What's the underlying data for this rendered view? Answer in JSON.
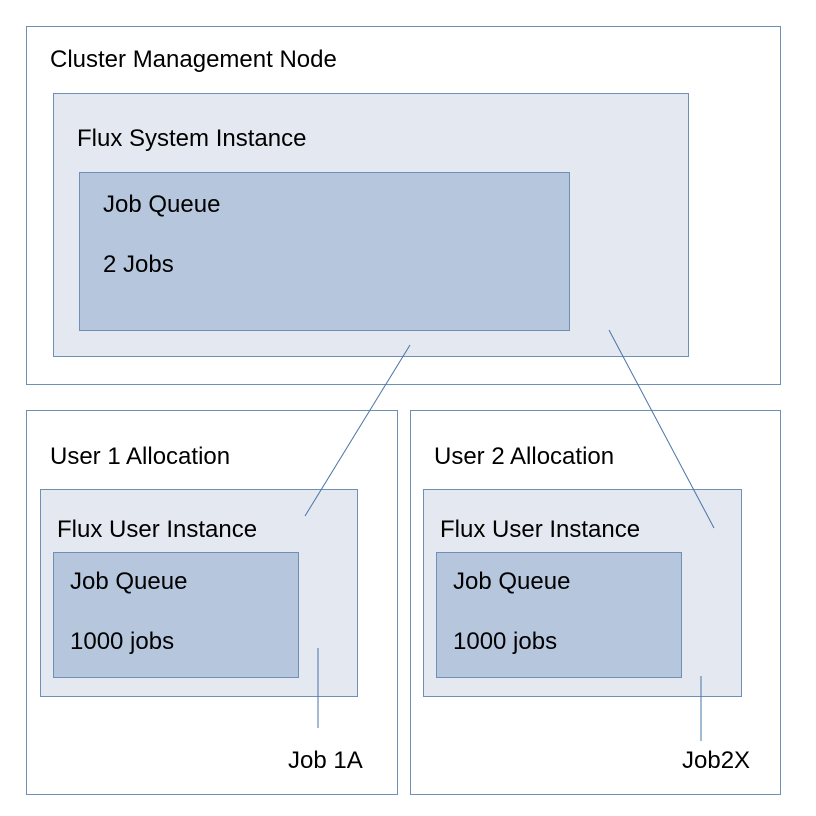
{
  "cluster": {
    "title": "Cluster Management Node",
    "system_instance": {
      "title": "Flux System Instance",
      "queue": {
        "title": "Job Queue",
        "count": "2 Jobs"
      }
    }
  },
  "user1": {
    "title": "User 1 Allocation",
    "instance": {
      "title": "Flux User Instance",
      "queue": {
        "title": "Job Queue",
        "count": "1000 jobs"
      }
    },
    "job_label": "Job 1A"
  },
  "user2": {
    "title": "User 2 Allocation",
    "instance": {
      "title": "Flux User Instance",
      "queue": {
        "title": "Job Queue",
        "count": "1000 jobs"
      }
    },
    "job_label": "Job2X"
  },
  "colors": {
    "border": "#6f8fb4",
    "instance_fill": "#e3e8f1",
    "queue_fill": "#b5c6dd",
    "connector": "#4a74a6"
  }
}
